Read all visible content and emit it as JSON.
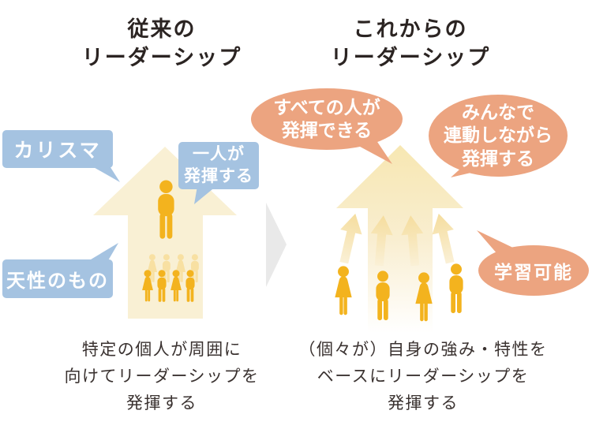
{
  "left_panel": {
    "title_lines": [
      "従来の",
      "リーダーシップ"
    ],
    "bubbles": {
      "charisma": "カリスマ",
      "innate": "天性のもの",
      "one_person_lines": [
        "一人が",
        "発揮する"
      ]
    },
    "caption_lines": [
      "特定の個人が周囲に",
      "向けてリーダーシップを",
      "発揮する"
    ]
  },
  "right_panel": {
    "title_lines": [
      "これからの",
      "リーダーシップ"
    ],
    "bubbles": {
      "everyone_lines": [
        "すべての人が",
        "発揮できる"
      ],
      "together_lines": [
        "みんなで",
        "連動しながら",
        "発揮する"
      ],
      "learnable": "学習可能"
    },
    "caption_lines": [
      "（個々が）自身の強み・特性を",
      "ベースにリーダーシップを",
      "発揮する"
    ]
  },
  "colors": {
    "blue_bubble": "#a5c3e1",
    "orange_bubble": "#eca480",
    "bubble_text": "#ffffff",
    "title_text": "#2b2422",
    "caption_text": "#3a3230",
    "arrow_cream": "#f9f0d4",
    "arrow_grad_top": "#f7e7b2",
    "arrow_grad_mid": "#f9eed0",
    "arrow_grad_bottom": "#ffffff",
    "small_arrow_top": "#f5dd9e",
    "small_arrow_bottom": "#faf0d6",
    "person_gold": "#f3b31e",
    "person_pale": "#f8e0a2",
    "chevron_gray": "#e9e9e9",
    "page_bg": "#ffffff"
  }
}
